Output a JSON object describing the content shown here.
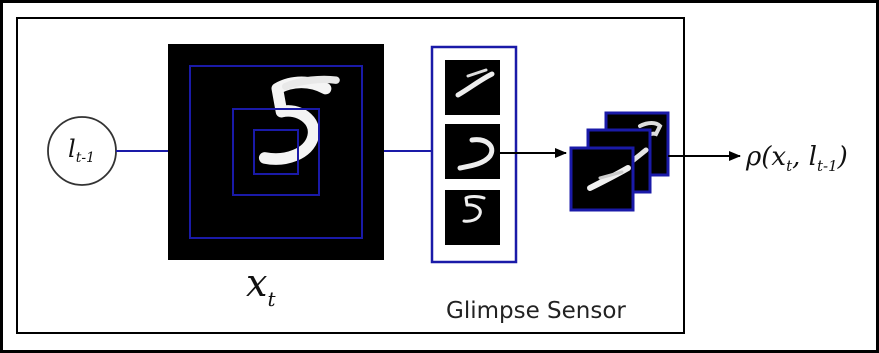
{
  "location_node": {
    "main": "l",
    "sub": "t-1"
  },
  "image_label": {
    "main": "x",
    "sub": "t"
  },
  "output_label": {
    "rho": "ρ(x",
    "sub1": "t",
    "comma": ", l",
    "sub2": "t-1",
    "close": ")"
  },
  "sensor_caption": "Glimpse Sensor",
  "colors": {
    "glimpse_blue": "#1a1aa8",
    "frame": "#000000",
    "image_bg": "#000000"
  },
  "glimpse_scales": [
    "finest",
    "medium",
    "coarse"
  ]
}
